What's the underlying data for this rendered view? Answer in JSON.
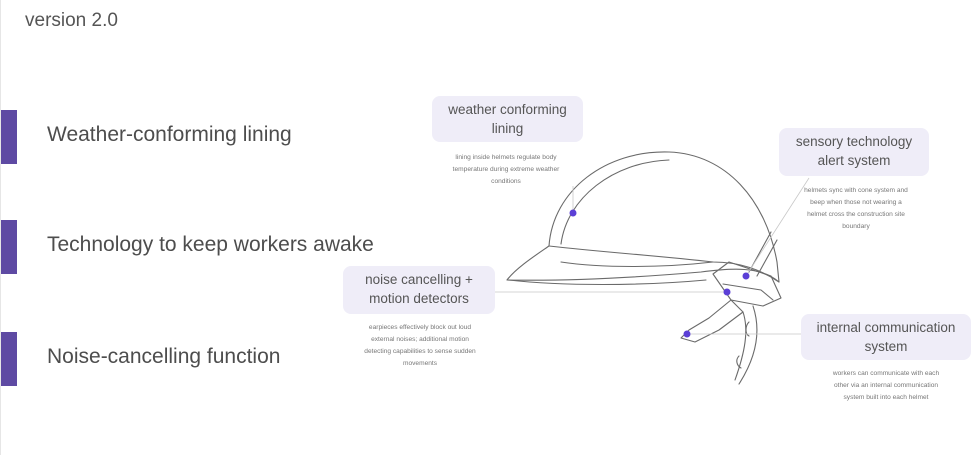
{
  "version_label": "version 2.0",
  "features": [
    {
      "label": "Weather-conforming lining"
    },
    {
      "label": "Technology to keep workers awake"
    },
    {
      "label": "Noise-cancelling function"
    }
  ],
  "callouts": {
    "weather": {
      "title": "weather conforming lining",
      "description": "lining inside helmets regulate body temperature during extreme weather conditions"
    },
    "sensory": {
      "title": "sensory technology alert system",
      "description": "helmets sync with cone system and beep when those not wearing a helmet cross the construction site boundary"
    },
    "noise": {
      "title": "noise cancelling + motion detectors",
      "description": "earpieces effectively block out loud external noises; additional motion detecting capabilities to sense sudden movements"
    },
    "communication": {
      "title": "internal communication system",
      "description": "workers can communicate with each other via an internal communication system built into each helmet"
    }
  },
  "colors": {
    "accent": "#5e4aa3",
    "marker": "#5b3fd6",
    "callout_bg": "#efedf8"
  }
}
